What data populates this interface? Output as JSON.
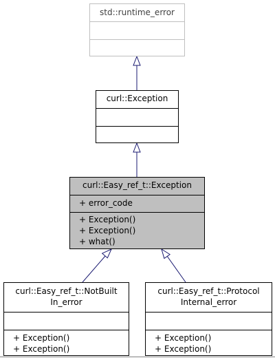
{
  "classes": {
    "runtime_error": {
      "title": "std::runtime_error",
      "attributes": [],
      "operations": []
    },
    "curl_exception": {
      "title": "curl::Exception",
      "attributes": [],
      "operations": []
    },
    "easy_ref_exception": {
      "title": "curl::Easy_ref_t::Exception",
      "attributes": [
        "+ error_code"
      ],
      "operations": [
        "+ Exception()",
        "+ Exception()",
        "+ what()"
      ]
    },
    "not_built_in_error": {
      "title_lines": [
        "curl::Easy_ref_t::NotBuilt",
        "In_error"
      ],
      "attributes": [],
      "operations": [
        "+ Exception()",
        "+ Exception()"
      ]
    },
    "protocol_internal_error": {
      "title_lines": [
        "curl::Easy_ref_t::Protocol",
        "Internal_error"
      ],
      "attributes": [],
      "operations": [
        "+ Exception()",
        "+ Exception()"
      ]
    }
  },
  "relations": [
    {
      "type": "generalization",
      "from": "curl::Exception",
      "to": "std::runtime_error"
    },
    {
      "type": "generalization",
      "from": "curl::Easy_ref_t::Exception",
      "to": "curl::Exception"
    },
    {
      "type": "generalization",
      "from": "curl::Easy_ref_t::NotBuiltIn_error",
      "to": "curl::Easy_ref_t::Exception"
    },
    {
      "type": "generalization",
      "from": "curl::Easy_ref_t::ProtocolInternal_error",
      "to": "curl::Easy_ref_t::Exception"
    }
  ],
  "colors": {
    "edge": "#191970",
    "external_border": "#bfbfbf",
    "selected_fill": "#bfbfbf",
    "border": "#000000"
  }
}
